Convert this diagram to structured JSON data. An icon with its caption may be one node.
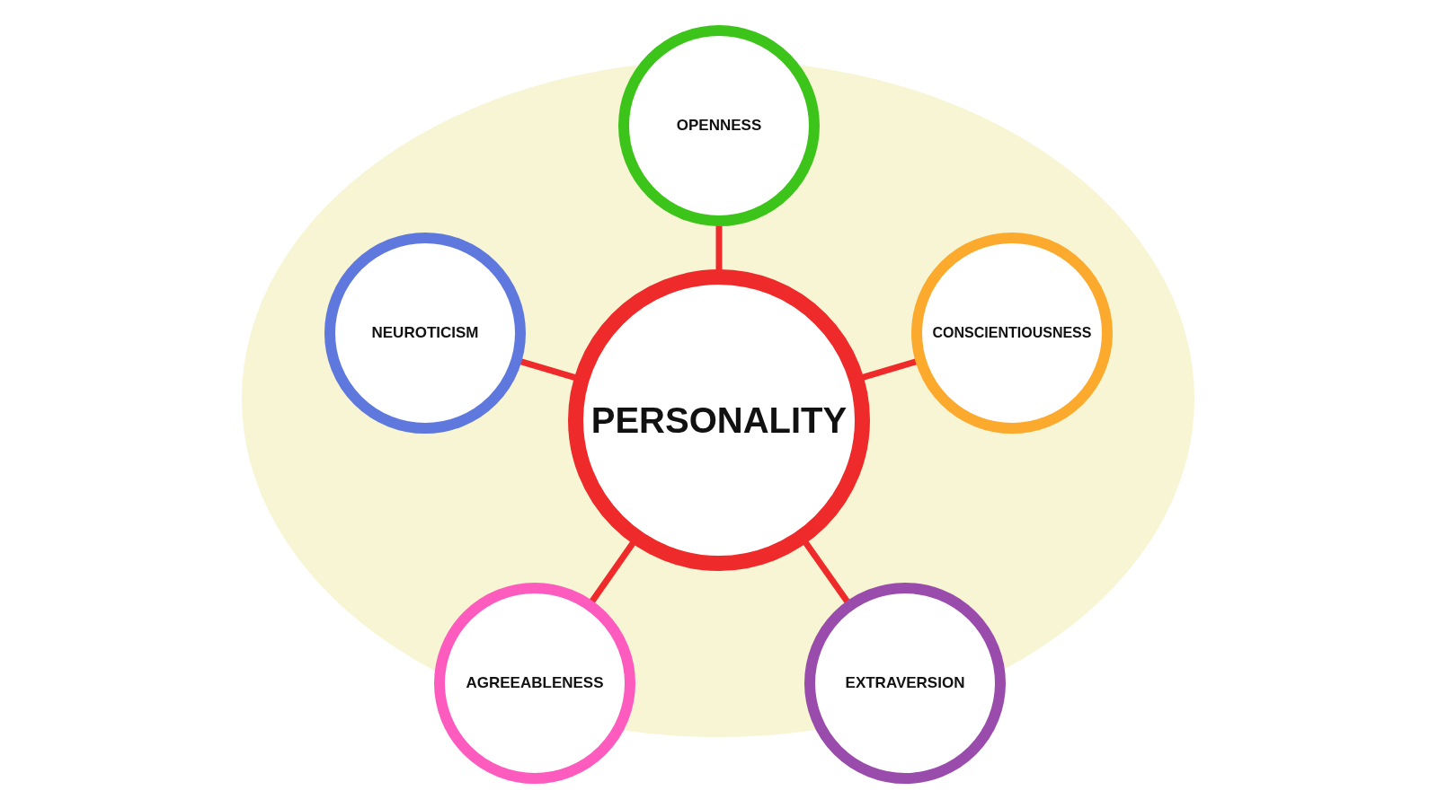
{
  "diagram": {
    "nodes": [
      {
        "text": [
          "OPENNESS"
        ]
      },
      {
        "text": [
          "NEUROTICISM"
        ]
      },
      {
        "text": [
          "CONSCIENTIOUSNESS"
        ]
      },
      {
        "text": [
          "PERSONALITY"
        ]
      },
      {
        "text": [
          "AGREEABLENESS"
        ]
      },
      {
        "text": [
          "EXTRAVERSION"
        ]
      }
    ],
    "edges": [
      {
        "from": 3,
        "to": 0,
        "arrow": "none"
      },
      {
        "from": 3,
        "to": 1,
        "arrow": "none"
      },
      {
        "from": 3,
        "to": 2,
        "arrow": "none"
      },
      {
        "from": 3,
        "to": 4,
        "arrow": "none"
      },
      {
        "from": 3,
        "to": 5,
        "arrow": "none"
      }
    ]
  }
}
